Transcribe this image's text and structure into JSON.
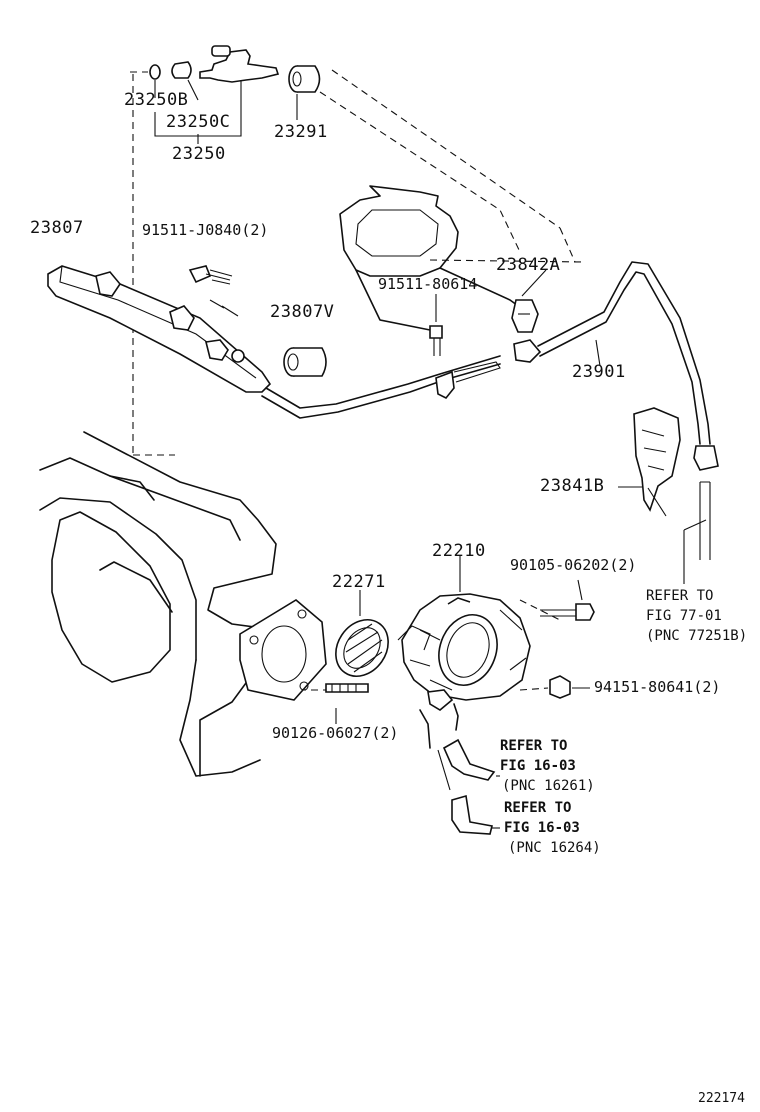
{
  "labels": {
    "p23250B": "23250B",
    "p23250C": "23250C",
    "p23250": "23250",
    "p23291": "23291",
    "p23807": "23807",
    "p91511_J0840": "91511-J0840(2)",
    "p23842A": "23842A",
    "p91511_80614": "91511-80614",
    "p23807V": "23807V",
    "p23901": "23901",
    "p23841B": "23841B",
    "p22210": "22210",
    "p22271": "22271",
    "p90105_06202": "90105-06202(2)",
    "p94151_80641": "94151-80641(2)",
    "p90126_06027": "90126-06027(2)"
  },
  "references": {
    "fig77": {
      "line1": "REFER TO",
      "line2": "FIG 77-01",
      "line3": "(PNC 77251B)"
    },
    "fig16a": {
      "line1": "REFER TO",
      "line2": "FIG 16-03",
      "line3": "(PNC 16261)"
    },
    "fig16b": {
      "line1": "REFER TO",
      "line2": "FIG 16-03",
      "line3": "(PNC 16264)"
    }
  },
  "figure_id": "222174"
}
